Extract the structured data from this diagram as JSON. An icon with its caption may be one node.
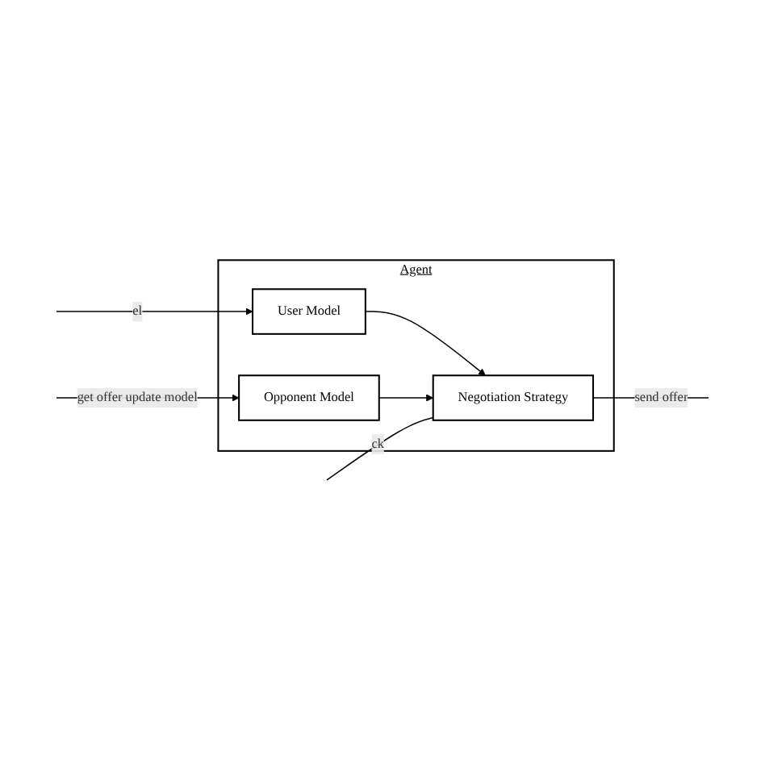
{
  "diagram": {
    "nodes": [
      {
        "text": [
          "Agent"
        ]
      },
      {
        "text": [
          "User Model"
        ],
        "in": 0
      },
      {
        "text": [
          "Negotiation Strategy"
        ],
        "in": 0
      },
      {
        "text": [
          "Opponent Model"
        ],
        "in": 0
      }
    ],
    "edges": [
      {
        "from": null,
        "to": 1,
        "arrow": "to",
        "label": "el"
      },
      {
        "from": 1,
        "to": 2,
        "arrow": "to"
      },
      {
        "from": null,
        "to": 2,
        "arrow": "none",
        "label": "ck"
      },
      {
        "from": 2,
        "to": null,
        "arrow": "none",
        "label": "send offer"
      },
      {
        "from": null,
        "to": 3,
        "arrow": "to",
        "label": "get offer update model"
      },
      {
        "from": 3,
        "to": 2,
        "arrow": "to"
      }
    ]
  }
}
